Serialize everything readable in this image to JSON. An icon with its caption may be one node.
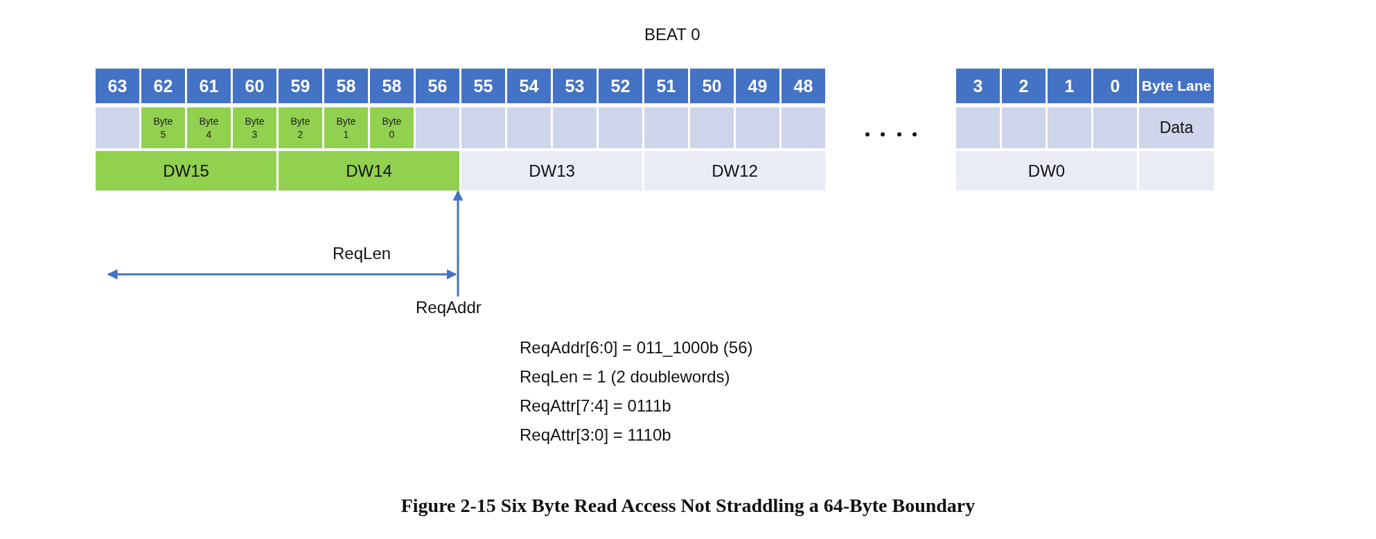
{
  "diagram": {
    "caption": "Figure 2-15 Six Byte Read Access Not Straddling a 64-Byte Boundary",
    "nodes": [
      {
        "text": [
          "ReqAddr"
        ]
      },
      {
        "text": [
          "DW15"
        ]
      },
      {
        "text": [
          "DW14"
        ]
      },
      {
        "text": [
          "DW13"
        ]
      },
      {
        "text": [
          "DW12"
        ]
      },
      {
        "text": [
          "DW0"
        ]
      }
    ],
    "edges": [
      {
        "from": 0,
        "to": 2,
        "arrow": "to"
      }
    ],
    "labels": [
      "BEAT 0",
      "63",
      "62",
      "61",
      "60",
      "59",
      "58",
      "58",
      "56",
      "55",
      "54",
      "53",
      "52",
      "51",
      "50",
      "49",
      "48",
      "Byte 5",
      "Byte 4",
      "Byte 3",
      "Byte 2",
      "Byte 1",
      "Byte 0",
      "3",
      "2",
      "1",
      "0",
      "Byte Lane",
      "Data",
      "ReqLen",
      "ReqAddr[6:0] = 011_1000b (56)",
      "ReqLen = 1 (2 doublewords)",
      "ReqAttr[7:4] = 0111b",
      "ReqAttr[3:0] = 1110b"
    ]
  }
}
